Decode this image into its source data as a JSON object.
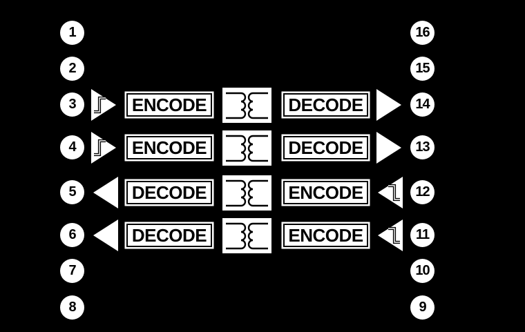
{
  "diagram": {
    "type": "ic-functional-block-diagram",
    "description": "16-pin digital isolator functional diagram with four isolation channels",
    "colors": {
      "background": "#000000",
      "shape": "#ffffff",
      "text": "#000000"
    }
  },
  "pins": {
    "left": [
      "1",
      "2",
      "3",
      "4",
      "5",
      "6",
      "7",
      "8"
    ],
    "right": [
      "16",
      "15",
      "14",
      "13",
      "12",
      "11",
      "10",
      "9"
    ]
  },
  "channels": [
    {
      "direction": "left-to-right",
      "from_pin": "3",
      "to_pin": "14",
      "blocks": [
        "ENCODE",
        "DECODE"
      ]
    },
    {
      "direction": "left-to-right",
      "from_pin": "4",
      "to_pin": "13",
      "blocks": [
        "ENCODE",
        "DECODE"
      ]
    },
    {
      "direction": "right-to-left",
      "from_pin": "12",
      "to_pin": "5",
      "blocks": [
        "DECODE",
        "ENCODE"
      ]
    },
    {
      "direction": "right-to-left",
      "from_pin": "11",
      "to_pin": "6",
      "blocks": [
        "DECODE",
        "ENCODE"
      ]
    }
  ],
  "icons": {
    "transformer": "transformer-coil-icon",
    "input_buffer": "edge-triggered-input-buffer-icon (triangle with rising-edge glyph)",
    "output_buffer": "output-buffer-triangle-icon",
    "edge_glyph": "rising-edge-icon"
  }
}
